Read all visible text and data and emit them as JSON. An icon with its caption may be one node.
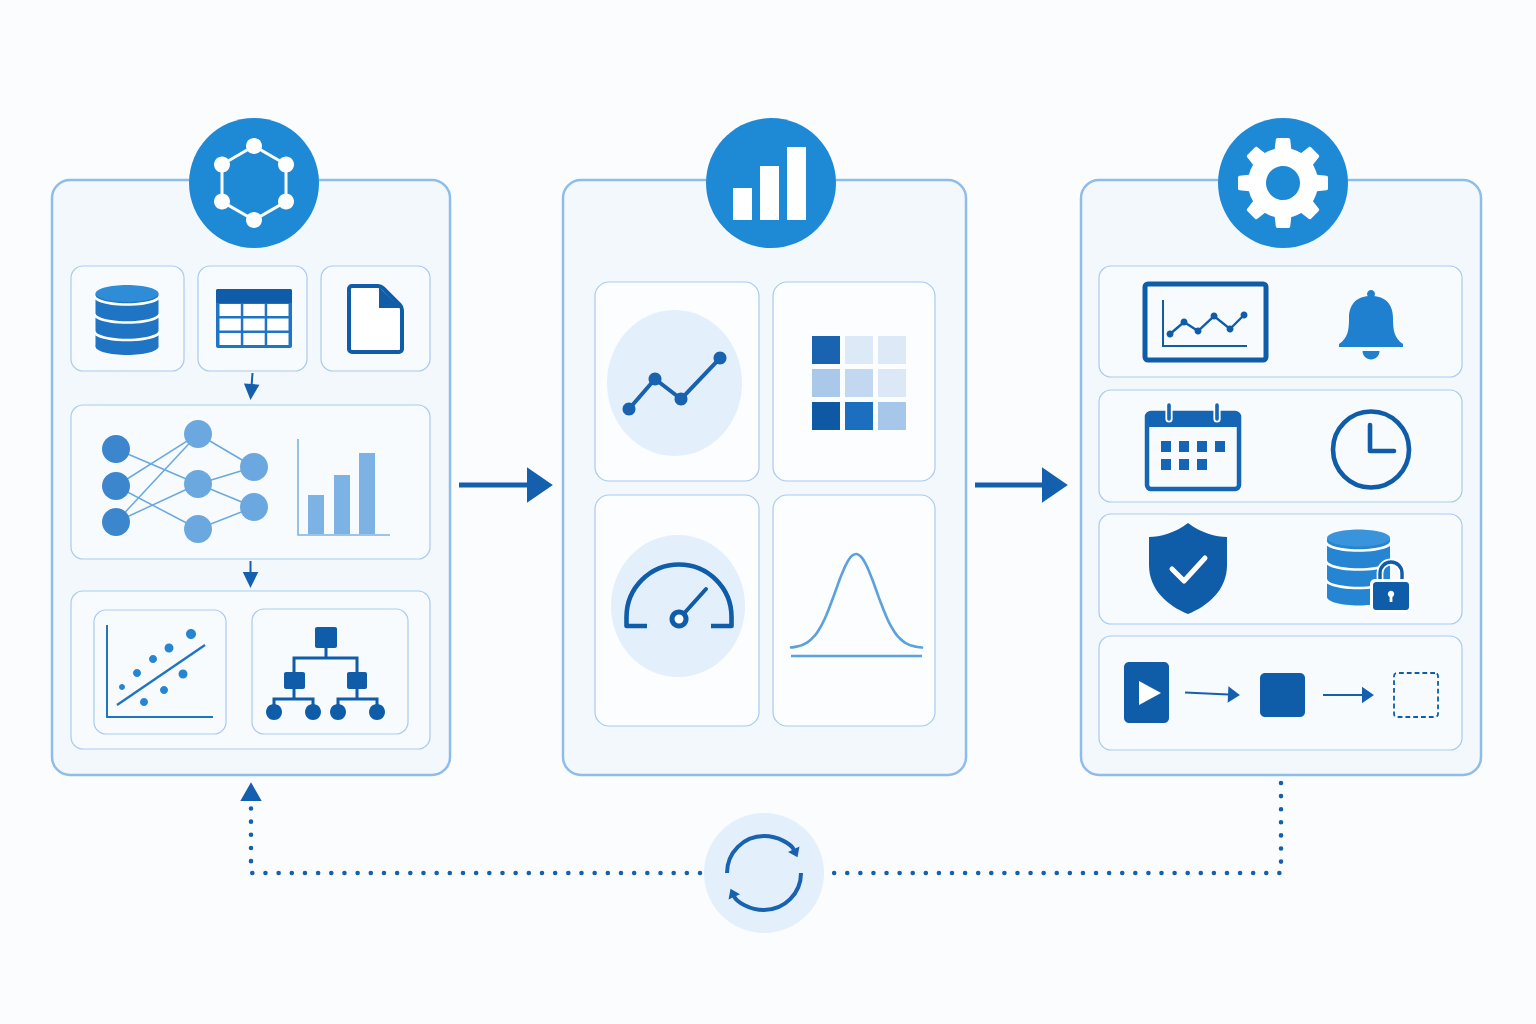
{
  "diagram": {
    "nodes": [
      {
        "text": [],
        "shape": "box"
      },
      {
        "text": [],
        "shape": "box",
        "in": 0
      },
      {
        "text": [],
        "shape": "box",
        "in": 0
      },
      {
        "text": [],
        "shape": "box",
        "in": 0
      },
      {
        "text": [],
        "shape": "box",
        "in": 0
      },
      {
        "text": [],
        "shape": "box",
        "in": 0
      },
      {
        "text": [],
        "shape": "box",
        "in": 5
      },
      {
        "text": [],
        "shape": "box",
        "in": 5
      },
      {
        "text": [],
        "shape": "box"
      },
      {
        "text": [],
        "shape": "box",
        "in": 8
      },
      {
        "text": [],
        "shape": "box",
        "in": 8
      },
      {
        "text": [],
        "shape": "box",
        "in": 8
      },
      {
        "text": [],
        "shape": "box",
        "in": 8
      },
      {
        "text": [],
        "shape": "box"
      },
      {
        "text": [],
        "shape": "box",
        "in": 13
      },
      {
        "text": [],
        "shape": "box",
        "in": 13
      },
      {
        "text": [],
        "shape": "box",
        "in": 13
      },
      {
        "text": [],
        "shape": "box",
        "in": 13
      },
      {
        "text": [],
        "shape": "box",
        "in": 17
      },
      {
        "text": [],
        "shape": "box",
        "in": 17
      },
      {
        "text": [],
        "shape": "box",
        "in": 17
      },
      {
        "text": [],
        "shape": "circle"
      }
    ],
    "edges": [
      {
        "from": 0,
        "to": 8,
        "arrow": "to",
        "style": "thick"
      },
      {
        "from": 8,
        "to": 13,
        "arrow": "to",
        "style": "thick"
      },
      {
        "from": 2,
        "to": 4,
        "arrow": "to"
      },
      {
        "from": 4,
        "to": 5,
        "arrow": "to"
      },
      {
        "from": 18,
        "to": 19,
        "arrow": "to"
      },
      {
        "from": 19,
        "to": 20,
        "arrow": "to"
      },
      {
        "from": 13,
        "to": 21,
        "arrow": "none",
        "style": "dashed"
      },
      {
        "from": 21,
        "to": 0,
        "arrow": "to",
        "style": "dashed"
      }
    ]
  }
}
